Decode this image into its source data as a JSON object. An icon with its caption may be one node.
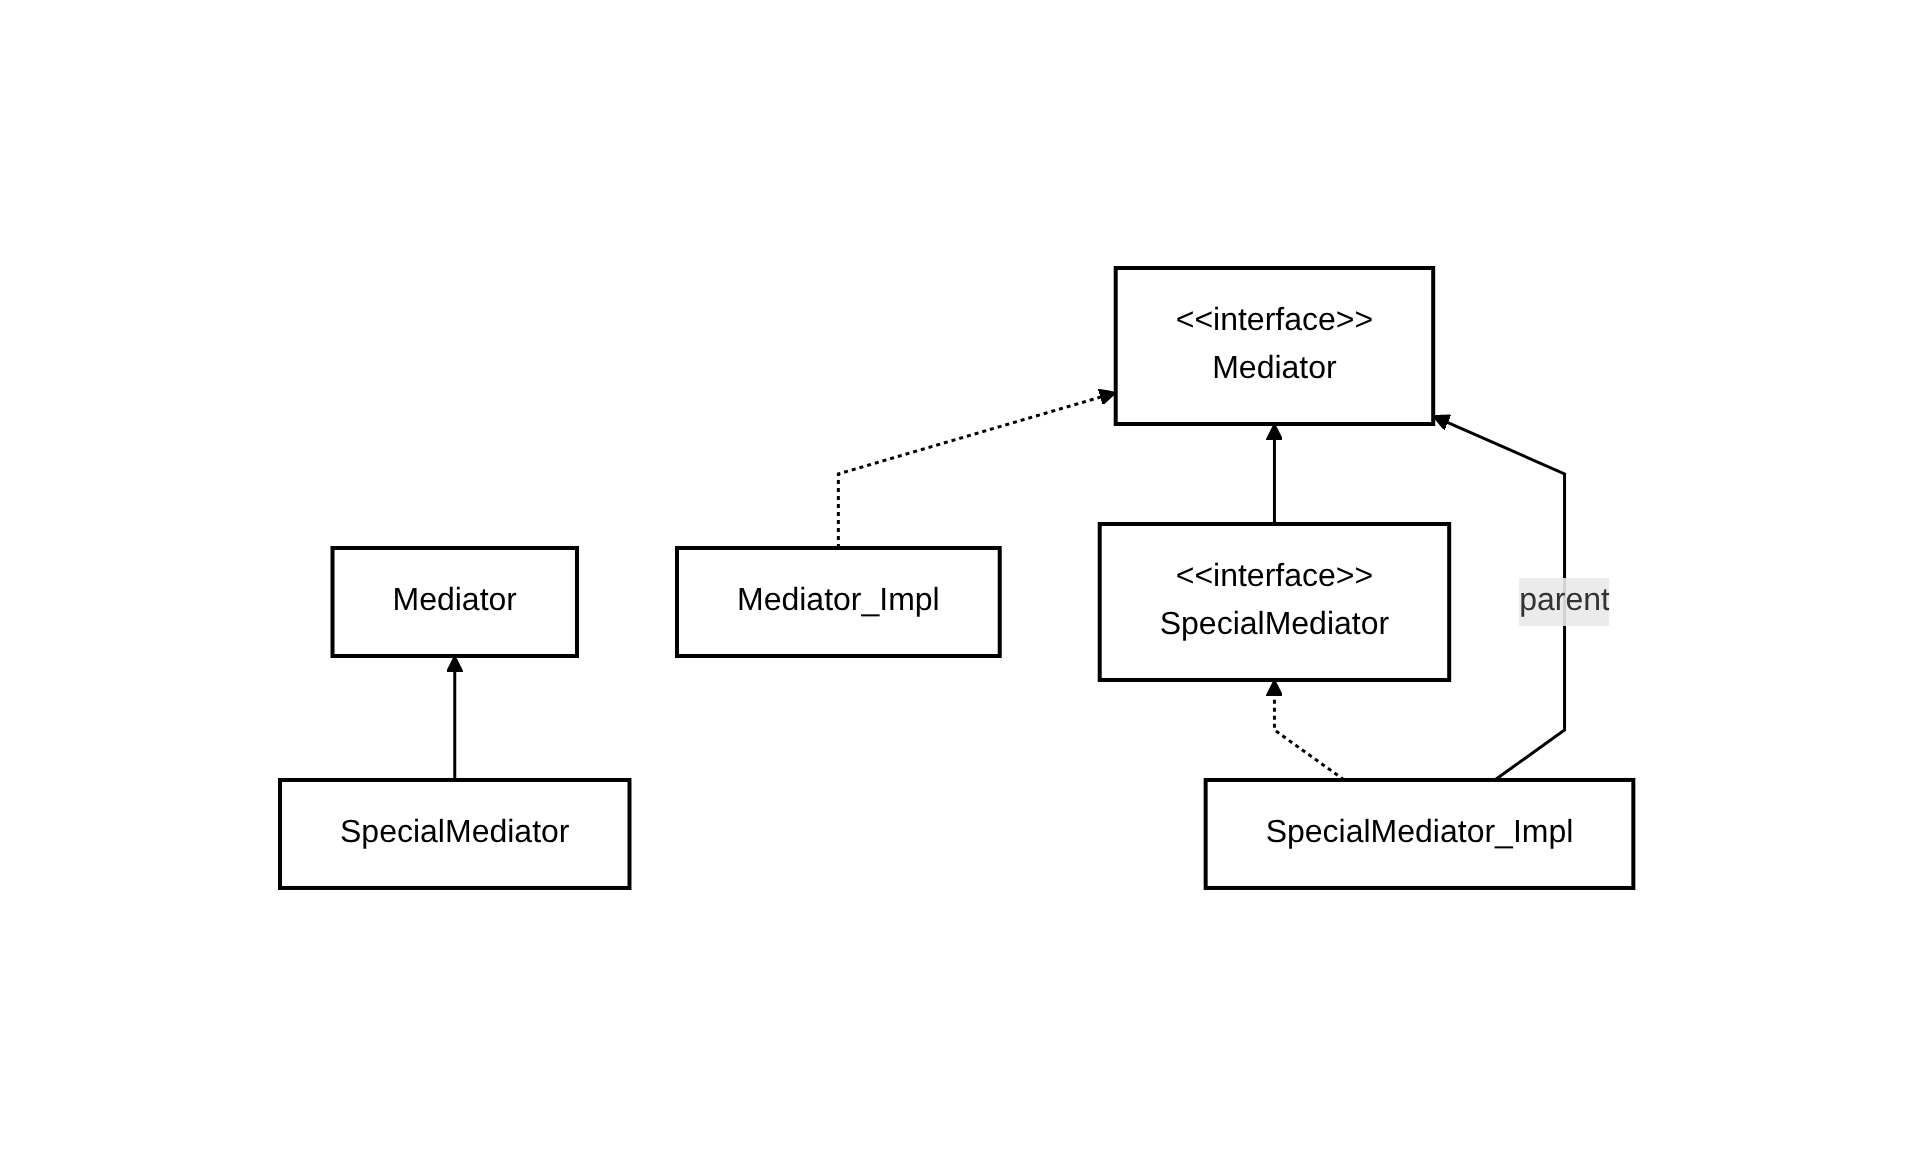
{
  "diagram": {
    "nodes": [
      {
        "text": [
          "Mediator"
        ]
      },
      {
        "text": [
          "SpecialMediator"
        ]
      },
      {
        "text": [
          "<<interface>>",
          "Mediator"
        ]
      },
      {
        "text": [
          "Mediator_Impl"
        ]
      },
      {
        "text": [
          "<<interface>>",
          "SpecialMediator"
        ]
      },
      {
        "text": [
          "SpecialMediator_Impl"
        ]
      }
    ],
    "edges": [
      {
        "from": 1,
        "to": 0,
        "arrow": "to"
      },
      {
        "from": 3,
        "to": 2,
        "arrow": "to",
        "style": "dashed"
      },
      {
        "from": 4,
        "to": 2,
        "arrow": "to"
      },
      {
        "from": 5,
        "to": 4,
        "arrow": "to",
        "style": "dashed"
      },
      {
        "from": 5,
        "to": 2,
        "arrow": "to",
        "label": "parent"
      }
    ]
  }
}
